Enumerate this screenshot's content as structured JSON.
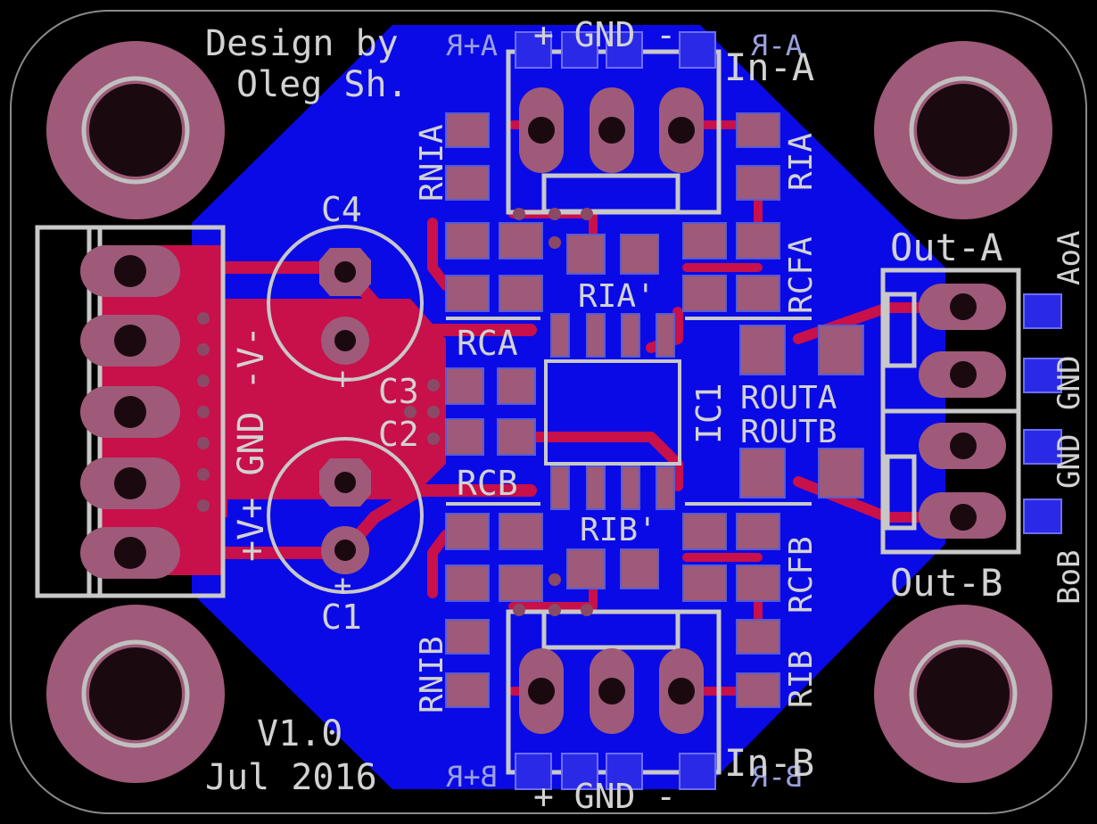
{
  "colors": {
    "background": "#000000",
    "bottom_copper": "#0a0ae6",
    "top_copper": "#c8104a",
    "pad": "#9e5a78",
    "silkscreen": "#d2d2d2",
    "bottom_silk": "#9aa0dd"
  },
  "board": {
    "credit_line1": "Design by",
    "credit_line2": "Oleg Sh.",
    "version": "V1.0",
    "date": "Jul 2016"
  },
  "connectors": {
    "input_a": {
      "title": "In-A",
      "pins": "+ GND -",
      "mirror": "A+R",
      "mirror_right": "A-R"
    },
    "input_b": {
      "title": "In-B",
      "pins": "+ GND -",
      "mirror": "B+R",
      "mirror_right": "B-R"
    },
    "output_a": {
      "title": "Out-A",
      "mirror": "AoA"
    },
    "output_b": {
      "title": "Out-B",
      "mirror": "BoB"
    },
    "output_gnd": {
      "label1": "GND",
      "label2": "GND"
    },
    "power": {
      "label": "+V+ GND -V-"
    }
  },
  "components": {
    "c1": "C1",
    "c2": "C2",
    "c3": "C3",
    "c4": "C4",
    "c_plus": "+",
    "rna": "RNIA",
    "rnb": "RNIB",
    "ria_left": "RIA'",
    "ria_right": "RIA",
    "rib_left": "RIB'",
    "rib_right": "RIB",
    "rca": "RCA",
    "rcb": "RCB",
    "rcfa": "RCFA",
    "rcfb": "RCFB",
    "routa": "ROUTA",
    "routb": "ROUTB",
    "ic1": "IC1"
  }
}
